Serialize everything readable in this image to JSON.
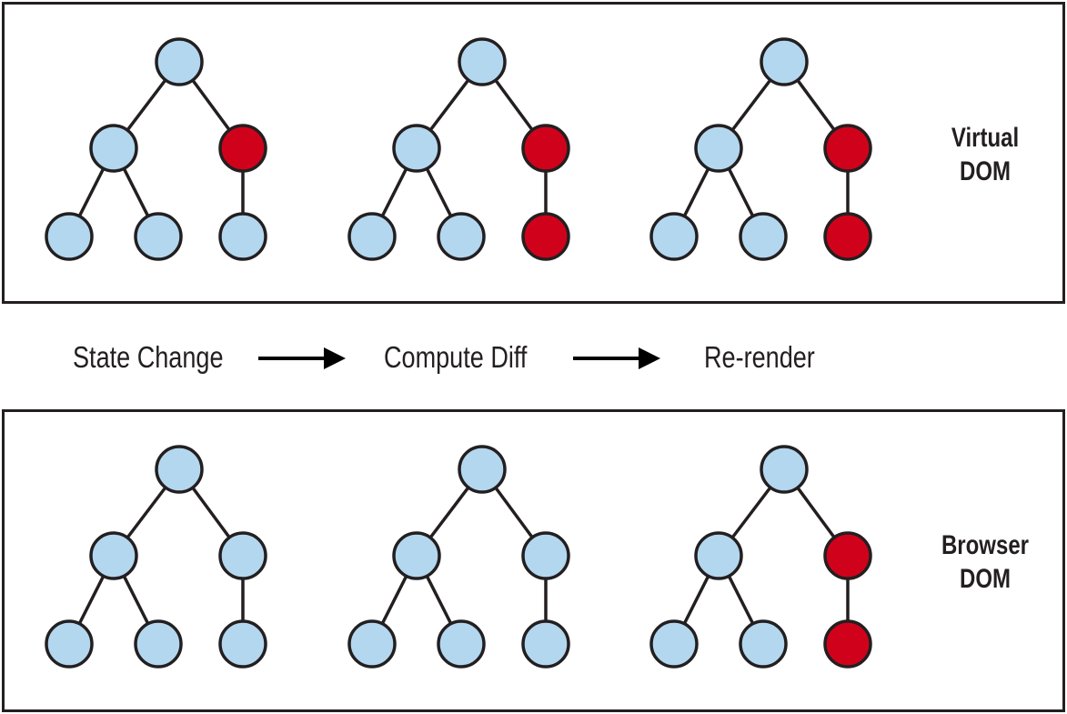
{
  "panels": [
    {
      "name": "virtual-dom",
      "label_lines": [
        "Virtual",
        "DOM"
      ],
      "trees": [
        {
          "highlighted": [
            "right-child"
          ]
        },
        {
          "highlighted": [
            "right-child",
            "right-grandchild"
          ]
        },
        {
          "highlighted": [
            "right-child",
            "right-grandchild"
          ]
        }
      ]
    },
    {
      "name": "browser-dom",
      "label_lines": [
        "Browser",
        "DOM"
      ],
      "trees": [
        {
          "highlighted": []
        },
        {
          "highlighted": []
        },
        {
          "highlighted": [
            "right-child",
            "right-grandchild"
          ]
        }
      ]
    }
  ],
  "steps": [
    "State Change",
    "Compute Diff",
    "Re-render"
  ],
  "colors": {
    "node_fill": "#b3d7ef",
    "highlight_fill": "#d0021b",
    "stroke": "#231f20"
  }
}
